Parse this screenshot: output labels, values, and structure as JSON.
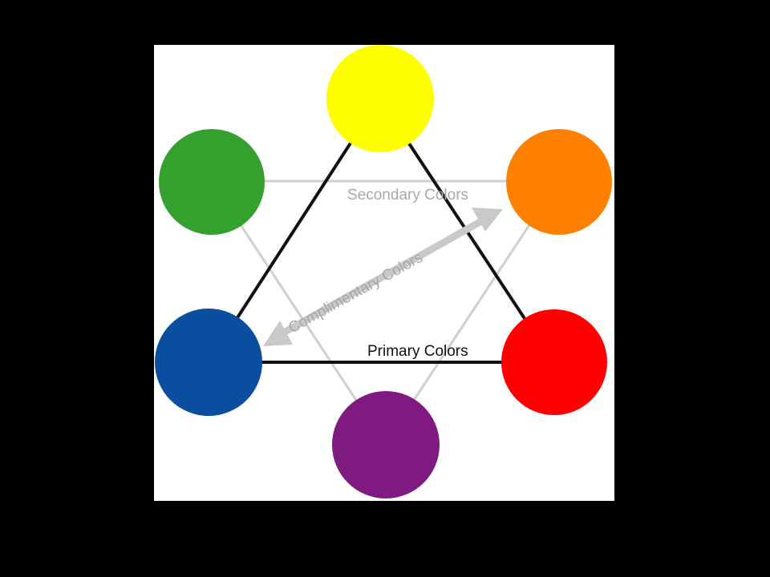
{
  "diagram": {
    "labels": {
      "secondary": "Secondary Colors",
      "complimentary": "Complimentary Colors",
      "primary": "Primary Colors"
    },
    "colors": {
      "yellow": "#ffff00",
      "orange": "#ff7f00",
      "red": "#ff0000",
      "purple": "#7f1a80",
      "blue": "#0a4f9f",
      "green": "#34a12f",
      "primary_line": "#111111",
      "secondary_line": "#cfcfcf",
      "secondary_text": "#a8a8a8",
      "complimentary_arrow": "#c9c9c9",
      "complimentary_text": "#a8a8a8",
      "primary_text": "#111111",
      "panel": "#ffffff",
      "background": "#000000"
    }
  }
}
